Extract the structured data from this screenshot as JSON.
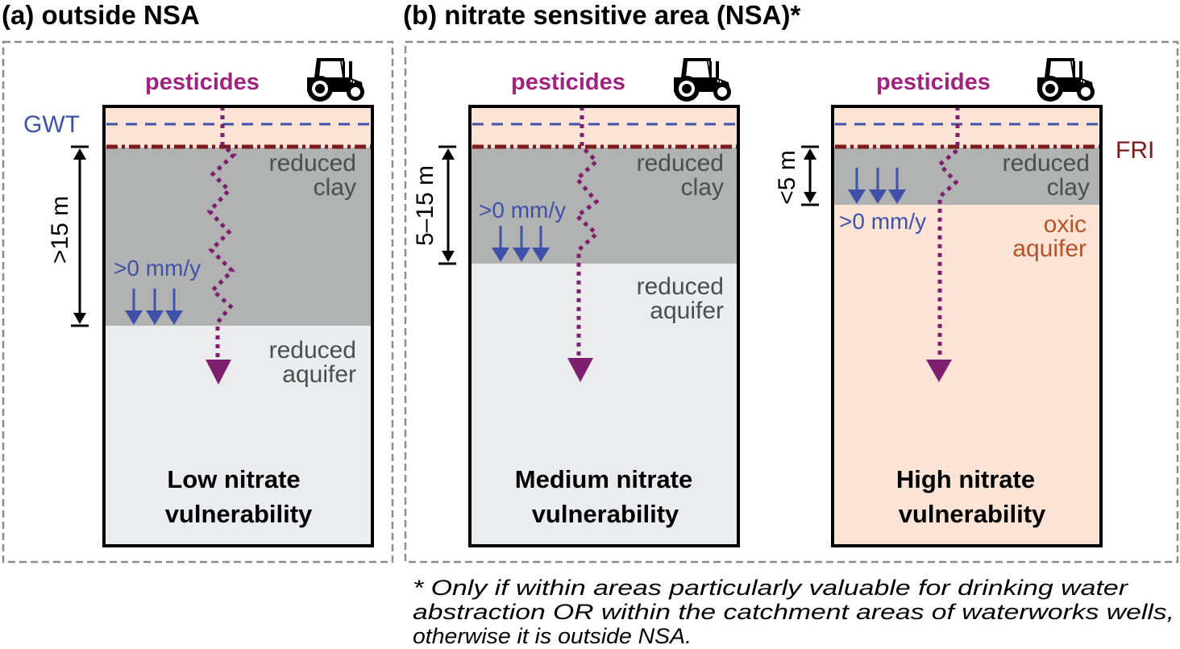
{
  "headings": {
    "a": "(a) outside NSA",
    "b": "(b) nitrate sensitive area (NSA)*"
  },
  "labels": {
    "pesticides": "pesticides",
    "gwt": "GWT",
    "fri": "FRI",
    "recharge": ">0 mm/y"
  },
  "panels": [
    {
      "id": "low",
      "group": "a",
      "clay_thickness": ">15 m",
      "upper_layer": [
        "reduced",
        "clay"
      ],
      "lower_layer": [
        "reduced",
        "aquifer"
      ],
      "lower_layer_type": "reduced",
      "vulnerability": [
        "Low nitrate",
        "vulnerability"
      ]
    },
    {
      "id": "medium",
      "group": "b",
      "clay_thickness": "5–15 m",
      "upper_layer": [
        "reduced",
        "clay"
      ],
      "lower_layer": [
        "reduced",
        "aquifer"
      ],
      "lower_layer_type": "reduced",
      "vulnerability": [
        "Medium nitrate",
        "vulnerability"
      ]
    },
    {
      "id": "high",
      "group": "b",
      "clay_thickness": "<5 m",
      "upper_layer": [
        "reduced",
        "clay"
      ],
      "lower_layer": [
        "oxic",
        "aquifer"
      ],
      "lower_layer_type": "oxic",
      "vulnerability": [
        "High nitrate",
        "vulnerability"
      ]
    }
  ],
  "footnote": [
    "* Only if within areas particularly valuable for drinking water",
    "abstraction OR within the catchment areas of waterworks wells,",
    "otherwise it is outside NSA."
  ],
  "colors": {
    "oxic_zone": "#fbe3d6",
    "reduced_clay": "#b1b2b2",
    "reduced_aquifer": "#ebecee",
    "gwt_line": "#3f51a8",
    "fri_line": "#7e1a1a",
    "pesticide_path": "#7d1f6e",
    "pesticide_label": "#a0237f",
    "recharge_arrows": "#3f51a8",
    "oxic_label": "#b5532a",
    "layer_label": "#4d4d4f",
    "dashed_frame": "#8c8c8c"
  }
}
